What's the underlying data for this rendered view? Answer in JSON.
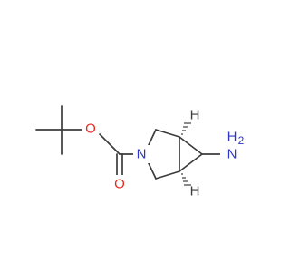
{
  "molecule": {
    "colors": {
      "bond": "#3c3c3c",
      "carbon": "#3c3c3c",
      "oxygen": "#e8281e",
      "nitrogen": "#2e37c8",
      "hydrogen": "#3c3c3c"
    },
    "labels": {
      "ester_oxygen": "O",
      "carbonyl_oxygen": "O",
      "ring_nitrogen": "N",
      "amine_nitrogen": "N",
      "amine_h": "H",
      "amine_h2_sub": "2",
      "stereo_h_top": "H",
      "stereo_h_bottom": "H"
    }
  }
}
